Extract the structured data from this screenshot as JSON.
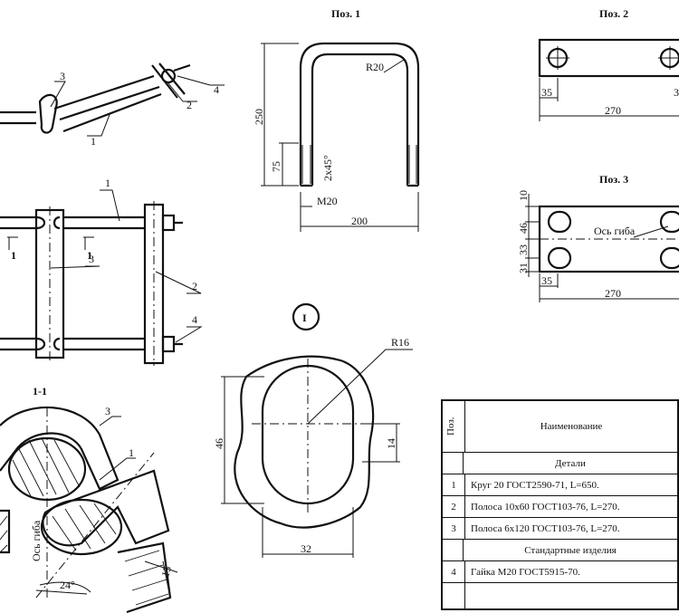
{
  "views": {
    "poz1_title": "Поз. 1",
    "poz2_title": "Поз. 2",
    "poz3_title": "Поз. 3",
    "section_title": "1-1",
    "detail_mark": "I"
  },
  "poz1": {
    "radius": "R20",
    "height": "250",
    "thread_len": "75",
    "chamfer": "2х45°",
    "thread": "M20",
    "width": "200"
  },
  "poz2": {
    "edge": "35",
    "length": "270",
    "edge_right": "3"
  },
  "poz3": {
    "d_top": "10",
    "d_46": "46",
    "d_33": "33",
    "d_31": "31",
    "axis_label": "Ось гиба",
    "edge": "35",
    "length": "270"
  },
  "detail": {
    "radius": "R16",
    "height": "46",
    "hole": "14",
    "width": "32"
  },
  "section": {
    "axis_label": "Ось гиба",
    "angle": "24°",
    "thick": "15"
  },
  "callouts": {
    "c1": "1",
    "c2": "2",
    "c3": "3",
    "c4": "4"
  },
  "spec_table": {
    "col_pos": "Поз.",
    "col_name": "Наименование",
    "group_parts": "Детали",
    "rows": [
      {
        "pos": "1",
        "name": "Круг 20 ГОСТ2590-71, L=650."
      },
      {
        "pos": "2",
        "name": "Полоса 10х60 ГОСТ103-76, L=270."
      },
      {
        "pos": "3",
        "name": "Полоса 6х120 ГОСТ103-76, L=270."
      }
    ],
    "group_std": "Стандартные изделия",
    "std_rows": [
      {
        "pos": "4",
        "name": "Гайка М20 ГОСТ5915-70."
      }
    ]
  }
}
